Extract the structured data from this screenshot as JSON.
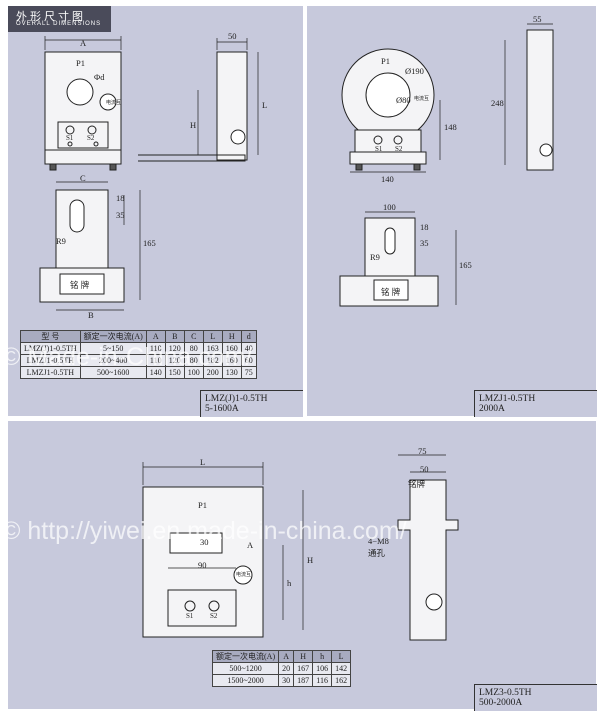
{
  "header": {
    "title_zh": "外形尺寸图",
    "title_en": "OVERALL DIMENSIONS"
  },
  "fig1": {
    "labels": {
      "A": "A",
      "P1": "P1",
      "od": "Φd",
      "H": "H",
      "L": "L",
      "w50": "50",
      "C": "C",
      "B": "B",
      "R9": "R9",
      "d18": "18",
      "d35": "35",
      "d165": "165",
      "s1": "S1",
      "s2": "S2",
      "nameplate": "铭 牌",
      "stamp": "电流互"
    },
    "table": {
      "headers": [
        "型 号",
        "额定一次电流(A)",
        "A",
        "B",
        "C",
        "L",
        "H",
        "d"
      ],
      "rows": [
        [
          "LMZ(J)1-0.5TH",
          "5~150",
          "110",
          "120",
          "80",
          "163",
          "160",
          "40"
        ],
        [
          "LMZJ1-0.5TH",
          "200~400",
          "110",
          "120",
          "80",
          "182",
          "160",
          "60"
        ],
        [
          "LMZJ1-0.5TH",
          "500~1600",
          "140",
          "150",
          "100",
          "200",
          "130",
          "75"
        ]
      ]
    },
    "caption": [
      "LMZ(J)1-0.5TH",
      "5-1600A"
    ]
  },
  "fig2": {
    "labels": {
      "P1": "P1",
      "d190": "Ø190",
      "d80": "Ø80",
      "w140": "140",
      "w55": "55",
      "h248": "248",
      "h148": "148",
      "w100": "100",
      "d18": "18",
      "d35": "35",
      "d165": "165",
      "R9": "R9",
      "s1": "S1",
      "s2": "S2",
      "nameplate": "铭 牌",
      "stamp": "电流互"
    },
    "caption": [
      "LMZJ1-0.5TH",
      "2000A"
    ]
  },
  "fig3": {
    "labels": {
      "L": "L",
      "P1": "P1",
      "w30": "30",
      "w90": "90",
      "A": "A",
      "h": "h",
      "H": "H",
      "s1": "S1",
      "s2": "S2",
      "w75": "75",
      "w50": "50",
      "nameplate": "铭牌",
      "bolt": "4−M8",
      "hole": "通孔",
      "stamp": "电流互"
    },
    "table": {
      "headers": [
        "额定一次电流(A)",
        "A",
        "H",
        "h",
        "L"
      ],
      "rows": [
        [
          "500~1200",
          "20",
          "167",
          "106",
          "142"
        ],
        [
          "1500~2000",
          "30",
          "187",
          "116",
          "162"
        ]
      ]
    },
    "caption": [
      "LMZ3-0.5TH",
      "500-2000A"
    ]
  },
  "watermark": {
    "line1": "© Made-in-China.com/",
    "line2": "© http://yiwei.en.made-in-china.com/"
  }
}
